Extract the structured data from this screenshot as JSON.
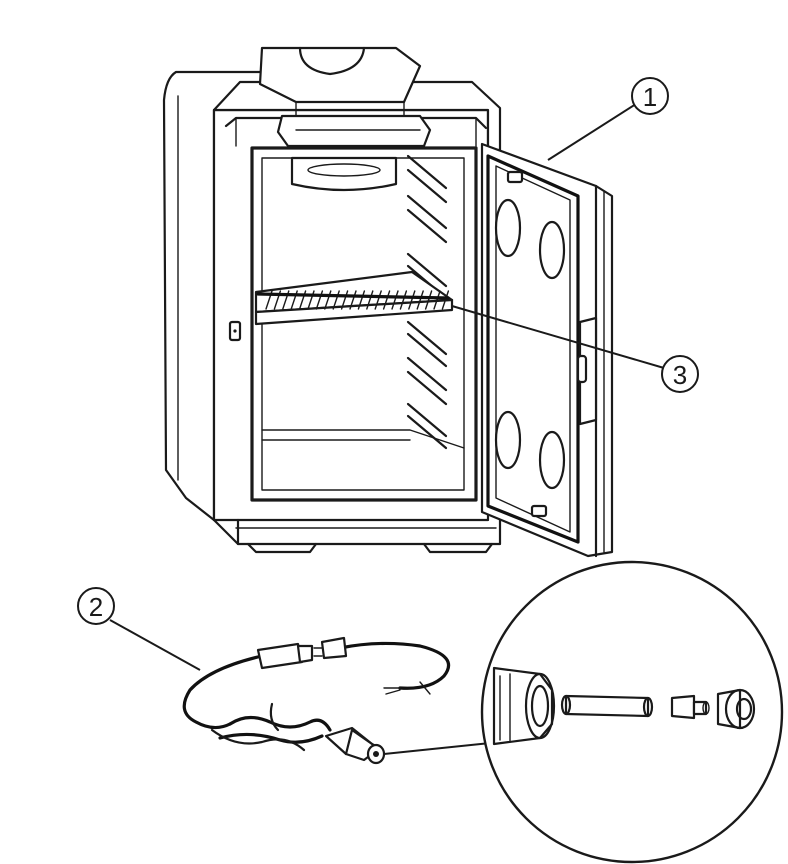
{
  "callouts": [
    {
      "id": "door",
      "label": "1"
    },
    {
      "id": "power-cord",
      "label": "2"
    },
    {
      "id": "shelf",
      "label": "3"
    }
  ],
  "colors": {
    "line": "#1a1a1a",
    "background": "#ffffff"
  }
}
